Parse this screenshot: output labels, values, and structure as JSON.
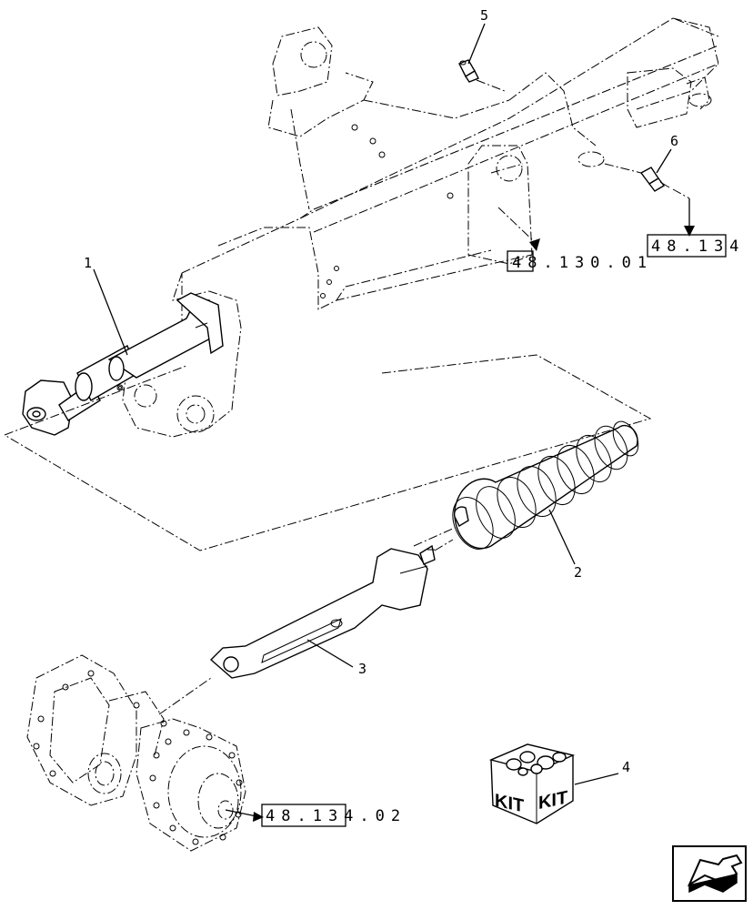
{
  "callouts": [
    "1",
    "2",
    "3",
    "4",
    "5",
    "6"
  ],
  "references": {
    "ref_axle_a": "48.130.01",
    "ref_axle_b": "48.134",
    "ref_hub": "48.134.02"
  },
  "kit_label": "KIT",
  "nav_icon": "next-page-arrow-icon"
}
